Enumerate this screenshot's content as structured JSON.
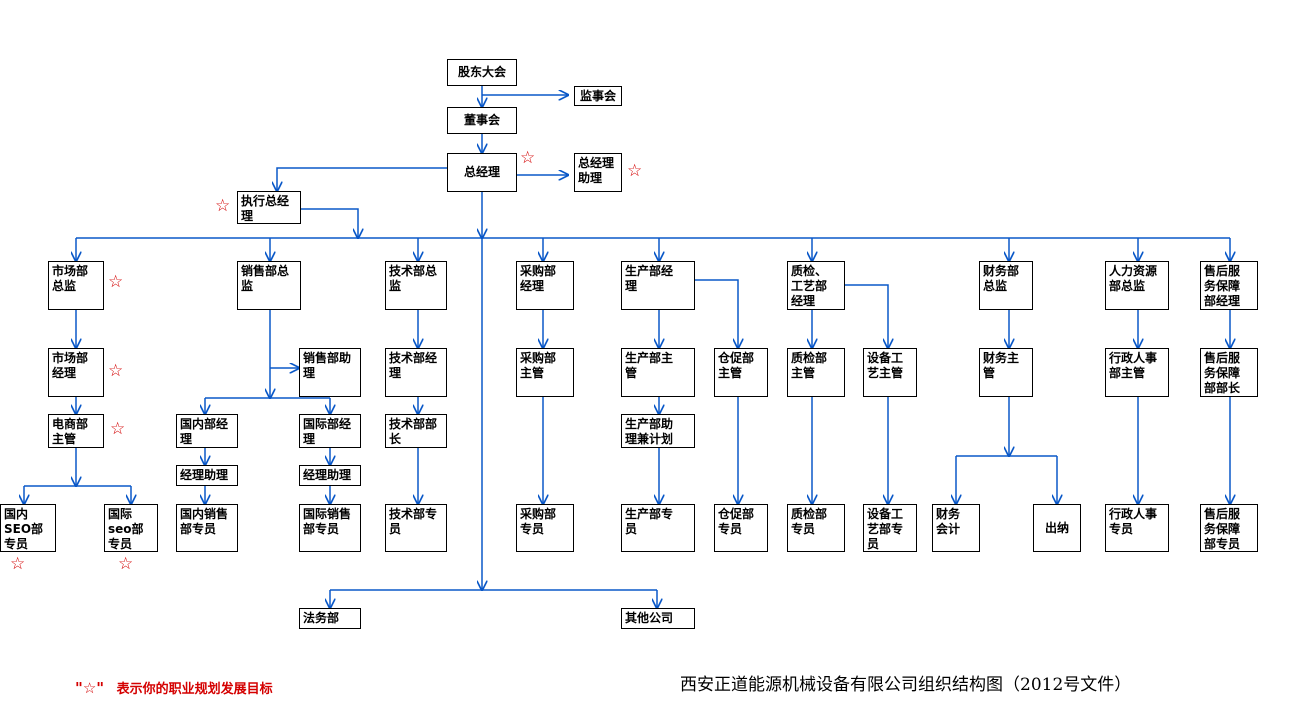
{
  "colors": {
    "line": "#0a58c8",
    "box_border": "#000000",
    "star": "#d40000",
    "title": "#000000"
  },
  "nodes": {
    "shareholders": "股东大会",
    "supervisors": "监事会",
    "board": "董事会",
    "gm": "总经理",
    "gm_assistant": "总经理\n助理",
    "exec_gm": "执行总经\n理",
    "market_director": "市场部\n总监",
    "market_manager": "市场部\n经理",
    "ecom_supervisor": "电商部\n主管",
    "seo_domestic": "国内\nSEO部\n专员",
    "seo_intl": "国际\nseo部\n专员",
    "sales_director": "销售部总\n监",
    "sales_assistant": "销售部助\n理",
    "domestic_manager": "国内部经理",
    "intl_manager": "国际部经理",
    "domestic_asst": "经理助理",
    "intl_asst": "经理助理",
    "domestic_sales": "国内销售\n部专员",
    "intl_sales": "国际销售\n部专员",
    "tech_director": "技术部总\n监",
    "tech_manager": "技术部经\n理",
    "tech_chief": "技术部部\n长",
    "tech_staff": "技术部专\n员",
    "purchase_manager": "采购部\n经理",
    "purchase_supervisor": "采购部\n主管",
    "purchase_staff": "采购部\n专员",
    "prod_manager": "生产部经\n理",
    "prod_supervisor": "生产部主\n管",
    "prod_assistant": "生产部助\n理兼计划",
    "prod_staff": "生产部专\n员",
    "warehouse_supervisor": "仓促部\n主管",
    "warehouse_staff": "仓促部\n专员",
    "qc_manager": "质检、\n工艺部\n经理",
    "qc_supervisor": "质检部\n主管",
    "qc_staff": "质检部\n专员",
    "equip_supervisor": "设备工\n艺主管",
    "equip_staff": "设备工\n艺部专\n员",
    "finance_director": "财务部\n总监",
    "finance_supervisor": "财务主\n管",
    "accountant": "财务\n会计",
    "cashier": "出纳",
    "hr_director": "人力资源\n部总监",
    "hr_admin_supervisor": "行政人事\n部主管",
    "hr_admin_staff": "行政人事\n专员",
    "aftersales_manager": "售后服\n务保障\n部经理",
    "aftersales_chief": "售后服\n务保障\n部部长",
    "aftersales_staff": "售后服\n务保障\n部专员",
    "legal": "法务部",
    "other_company": "其他公司"
  },
  "icons": {
    "goal_marker": "star-outline-icon"
  },
  "legend": {
    "symbol": "\"☆\"",
    "text": "表示你的职业规划发展目标"
  },
  "footer_title": "西安正道能源机械设备有限公司组织结构图（2012号文件）"
}
